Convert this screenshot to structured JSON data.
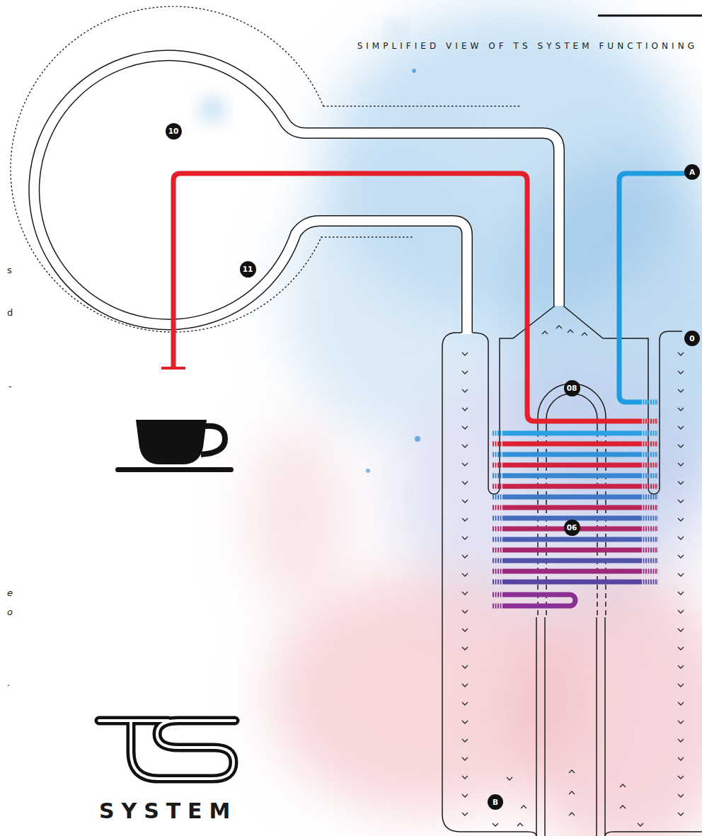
{
  "diagram": {
    "title": "SIMPLIFIED VIEW OF TS SYSTEM FUNCTIONING",
    "nodes": [
      {
        "text": [
          "10"
        ]
      },
      {
        "text": [
          "A"
        ]
      },
      {
        "text": [
          "11"
        ]
      },
      {
        "text": [
          "0"
        ]
      },
      {
        "text": [
          "08"
        ]
      },
      {
        "text": [
          "06"
        ]
      },
      {
        "text": [
          "B"
        ]
      }
    ],
    "labels": [
      "s",
      "d",
      "-",
      "e",
      "o",
      ".",
      "SYSTEM"
    ]
  }
}
